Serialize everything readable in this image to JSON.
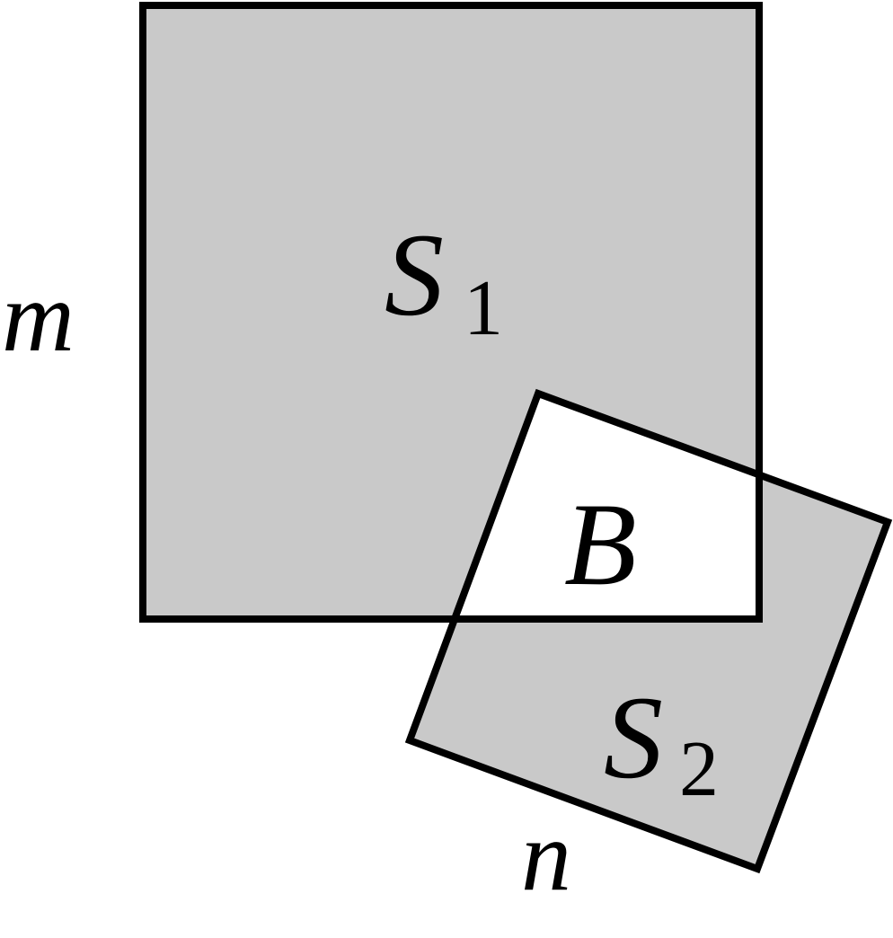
{
  "labels": {
    "side_m": "m",
    "region_s1": "S",
    "region_s1_sub": "1",
    "region_b": "B",
    "region_s2": "S",
    "region_s2_sub": "2",
    "side_n": "n"
  },
  "colors": {
    "shaded": "#c9c9c9",
    "overlap": "#ffffff",
    "stroke": "#000000"
  }
}
